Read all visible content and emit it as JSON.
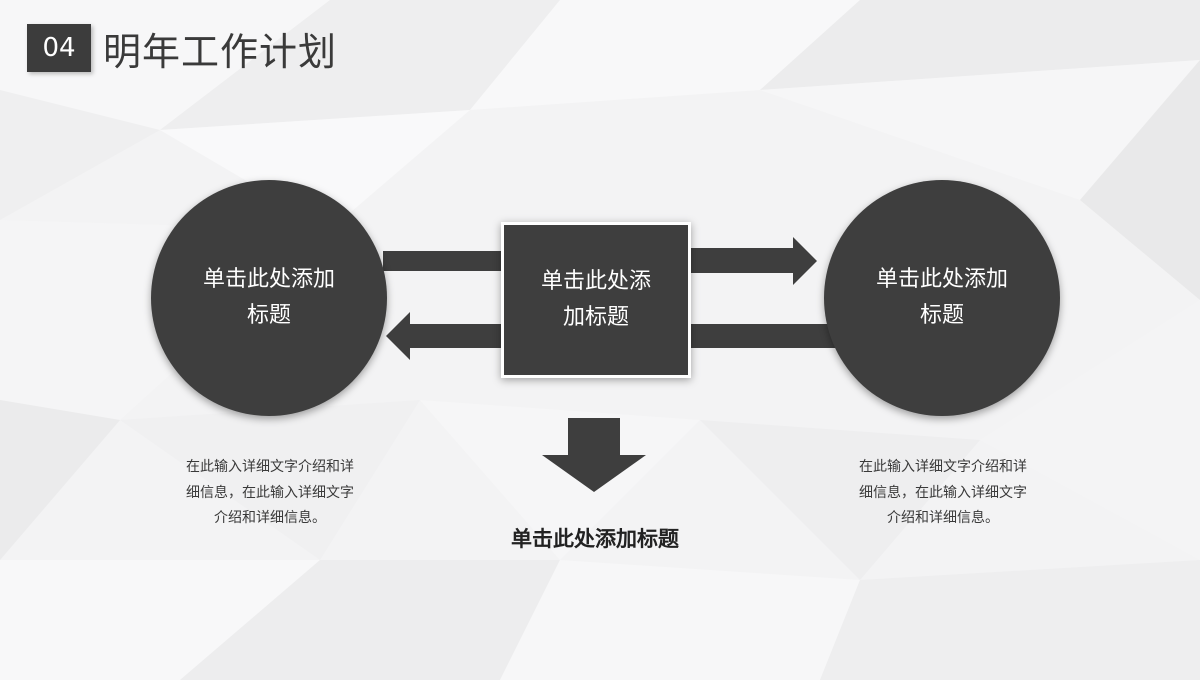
{
  "header": {
    "number": "04",
    "title": "明年工作计划"
  },
  "diagram": {
    "left_node": {
      "label": "单击此处添加标题"
    },
    "center_node": {
      "label": "单击此处添加标题"
    },
    "right_node": {
      "label": "单击此处添加标题"
    },
    "bottom_title": "单击此处添加标题",
    "left_desc": "在此输入详细文字介绍和详细信息，在此输入详细文字介绍和详细信息。",
    "right_desc": "在此输入详细文字介绍和详细信息，在此输入详细文字介绍和详细信息。"
  },
  "colors": {
    "primary": "#3e3e3e",
    "background": "#f3f3f4",
    "text": "#3a3a3a"
  }
}
